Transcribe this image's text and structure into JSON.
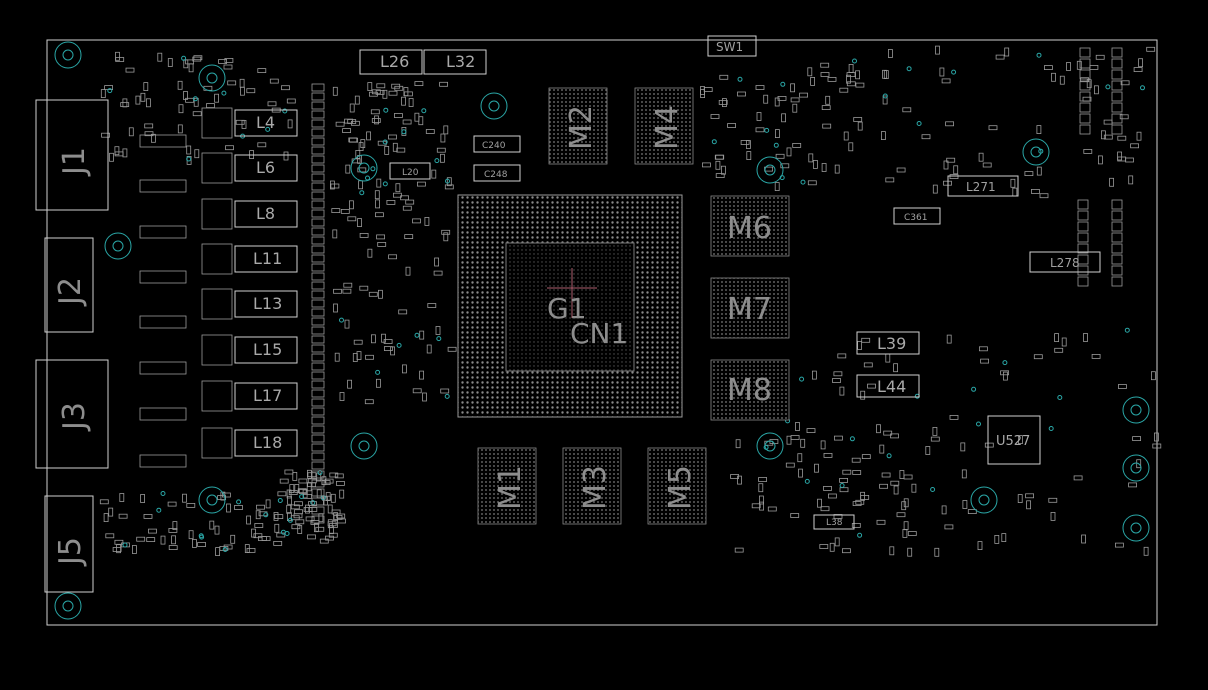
{
  "board": {
    "labels": {
      "sw1": "SW1",
      "j1": "J1",
      "j2": "J2",
      "j3": "J3",
      "j5": "J5",
      "m1": "M1",
      "m2": "M2",
      "m3": "M3",
      "m4": "M4",
      "m5": "M5",
      "m6": "M6",
      "m7": "M7",
      "m8": "M8",
      "g1": "G1",
      "cn1": "CN1",
      "u527": "U527",
      "l4": "L4",
      "l6": "L6",
      "l8": "L8",
      "l11": "L11",
      "l13": "L13",
      "l15": "L15",
      "l17": "L17",
      "l18": "L18",
      "l26": "L26",
      "l32": "L32",
      "l39": "L39",
      "l44": "L44",
      "l271": "L271",
      "l278": "L278",
      "l38": "L38",
      "l20": "L20",
      "c240": "C240",
      "c248": "C248",
      "c361": "C361"
    }
  }
}
